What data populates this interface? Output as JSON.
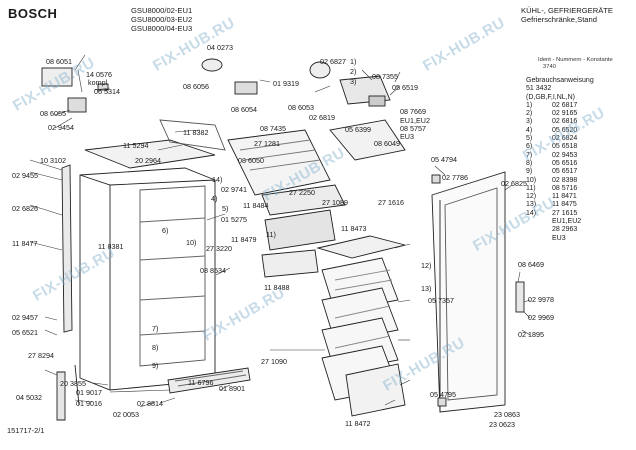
{
  "header": {
    "brand": "BOSCH",
    "models": [
      "GSU8000/02-EU1",
      "GSU8000/03-EU2",
      "GSU8000/04-EU3"
    ],
    "category": [
      "KÜHL-, GEFRIERGERÄTE",
      "Gefrierschränke,Stand"
    ],
    "ident_line1": "Ident - Nummern - Konstante",
    "ident_line2": "3740"
  },
  "instructions": {
    "title": "Gebrauchsanweisung",
    "number": "51 3432",
    "langs": "(D,GB,F,I,NL,N)",
    "items": [
      {
        "k": "1)",
        "v": "02 6817"
      },
      {
        "k": "2)",
        "v": "02 9165"
      },
      {
        "k": "3)",
        "v": "02 6816"
      },
      {
        "k": "4)",
        "v": "05 6520"
      },
      {
        "k": "5)",
        "v": "02 6824"
      },
      {
        "k": "6)",
        "v": "05 6518"
      },
      {
        "k": "7)",
        "v": "02 9453"
      },
      {
        "k": "8)",
        "v": "05 6516"
      },
      {
        "k": "9)",
        "v": "05 6517"
      },
      {
        "k": "10)",
        "v": "02 8398"
      },
      {
        "k": "11)",
        "v": "08 5716"
      },
      {
        "k": "12)",
        "v": "11 8471"
      },
      {
        "k": "13)",
        "v": "11 8475"
      },
      {
        "k": "14)",
        "v": "27 1615"
      },
      {
        "k": "",
        "v": "EU1,EU2"
      },
      {
        "k": "",
        "v": "28 2963"
      },
      {
        "k": "",
        "v": "EU3"
      }
    ]
  },
  "parts": [
    "08 6051",
    "14 0576",
    "kompl.",
    "06 5314",
    "08 6055",
    "02 9454",
    "10 3102",
    "02 9455",
    "02 6826",
    "11 8477",
    "02 9457",
    "05 6521",
    "27 8294",
    "04 5032",
    "20 3855",
    "01 9017",
    "01 9016",
    "02 0053",
    "02 8814",
    "11 6796",
    "01 8901",
    "08 8534",
    "27 3220",
    "11 8479",
    "01 5275",
    "02 9741",
    "11 8484",
    "11 8381",
    "11 5294",
    "20 2964",
    "11 8382",
    "04 0273",
    "08 6056",
    "08 6054",
    "01 9319",
    "08 6053",
    "02 6819",
    "08 7435",
    "27 1281",
    "08 6050",
    "02 6827",
    "08 7355",
    "05 6519",
    "05 6399",
    "08 7669",
    "EU1,EU2",
    "08 5757",
    "EU3",
    "08 6049",
    "27 2250",
    "27 1089",
    "27 1616",
    "05 4794",
    "02 7786",
    "02 6825",
    "11 8473",
    "11 8488",
    "27 1090",
    "11 8472",
    "05 7357",
    "05 4795",
    "23 0863",
    "23 0623",
    "08 6469",
    "02 9978",
    "02 9969",
    "02 1895"
  ],
  "callouts": [
    "1)",
    "2)",
    "3)",
    "4)",
    "5)",
    "6)",
    "7)",
    "8)",
    "9)",
    "10)",
    "11)",
    "12)",
    "13)",
    "14)"
  ],
  "footer": "151717-2/1",
  "watermark": "FIX-HUB.RU"
}
